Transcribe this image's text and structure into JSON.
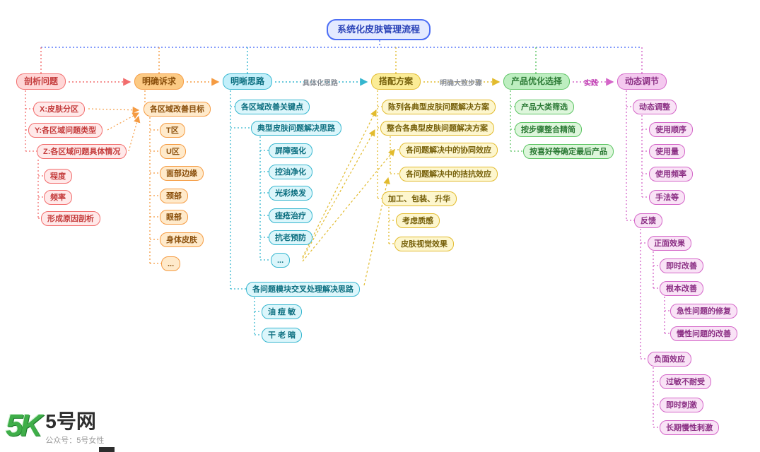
{
  "title": "系统化皮肤管理流程",
  "edges": {
    "concretize": "具体化思路",
    "clarify_steps": "明确大致步骤",
    "practice": "实践"
  },
  "colors": {
    "title": "#4c6ef5",
    "analyze": "#f26d6d",
    "demands": "#f59b42",
    "ideas": "#35b6cf",
    "plan": "#e2bb2e",
    "products": "#5cc463",
    "dynamic": "#d465c8"
  },
  "nodes": {
    "analyze": "剖析问题",
    "skin_zones": "X:皮肤分区",
    "zone_problem_types": "Y:各区域问题类型",
    "zone_problem_details": "Z:各区域问题具体情况",
    "degree": "程度",
    "frequency": "频率",
    "cause_analysis": "形成原因剖析",
    "clarify_demands": "明确诉求",
    "zone_improvement_goals": "各区域改善目标",
    "t_zone": "T区",
    "u_zone": "U区",
    "face_edge": "面部边缘",
    "neck": "颈部",
    "eyes": "眼部",
    "body_skin": "身体皮肤",
    "more1": "...",
    "clarify_ideas": "明晰思路",
    "zone_key_points": "各区域改善关键点",
    "typical_solutions": "典型皮肤问题解决思路",
    "barrier": "屏障强化",
    "oil_control": "控油净化",
    "radiance": "光彩焕发",
    "acne_treatment": "痤疮治疗",
    "anti_aging": "抗老预防",
    "more2": "...",
    "cross_solutions": "各问题模块交叉处理解决思路",
    "oily_acne_sensitive": "油 痘 敏",
    "dry_aging_dull": "干 老 暗",
    "match_plan": "搭配方案",
    "list_solutions": "陈列各典型皮肤问题解决方案",
    "integrate_solutions": "整合各典型皮肤问题解决方案",
    "synergy": "各问题解决中的协同效应",
    "antagonism": "各问题解决中的拮抗效应",
    "process_package": "加工、包装、升华",
    "texture": "考虑质感",
    "visual_effect": "皮肤视觉效果",
    "product_optimize": "产品优化选择",
    "category_filter": "产品大类筛选",
    "step_integrate": "按步骤整合精简",
    "final_products": "按喜好等确定最后产品",
    "dynamic_branch": "动态调节",
    "dynamic_adjust": "动态调整",
    "usage_order": "使用顺序",
    "usage_amount": "使用量",
    "usage_frequency": "使用频率",
    "technique": "手法等",
    "feedback": "反馈",
    "positive": "正面效果",
    "instant_improve": "即时改善",
    "fundamental_improve": "根本改善",
    "acute_repair": "急性问题的修复",
    "chronic_improve": "慢性问题的改善",
    "negative": "负面效应",
    "allergy": "过敏不耐受",
    "instant_irritation": "即时刺激",
    "chronic_irritation": "长期慢性刺激"
  },
  "watermark": {
    "logo_text": "5K",
    "site_name": "5号网",
    "tagline": "公众号：5号女性"
  }
}
